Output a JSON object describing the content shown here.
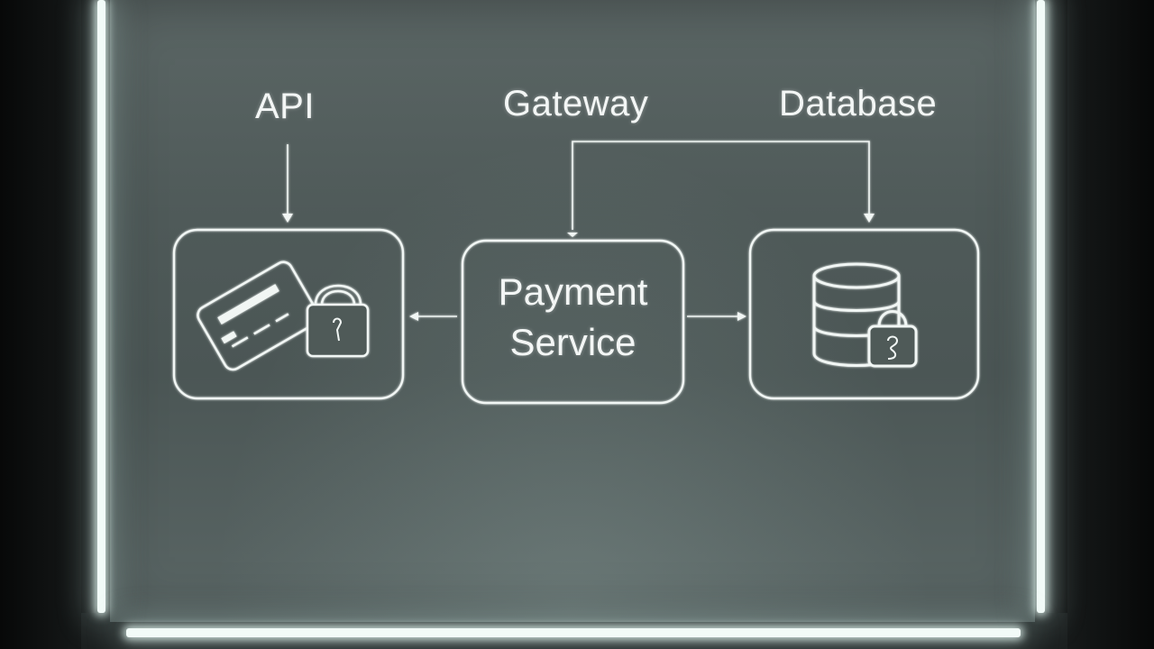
{
  "labels": {
    "api": "API",
    "gateway": "Gateway",
    "database": "Database"
  },
  "nodes": {
    "payment_service": {
      "line1": "Payment",
      "line2": "Service"
    },
    "card_node_icon": "credit-card-with-lock",
    "database_node_icon": "database-with-lock"
  },
  "edges": [
    {
      "from": "API",
      "to": "card-node"
    },
    {
      "from": "payment-service",
      "to": "card-node"
    },
    {
      "from": "payment-service",
      "to": "database-node"
    },
    {
      "from": "payment-service",
      "to": "database-node",
      "route": "over-top"
    }
  ],
  "colors": {
    "stroke": "#f1f6f4",
    "board": "#525d5c",
    "light": "#f2fbf8"
  }
}
